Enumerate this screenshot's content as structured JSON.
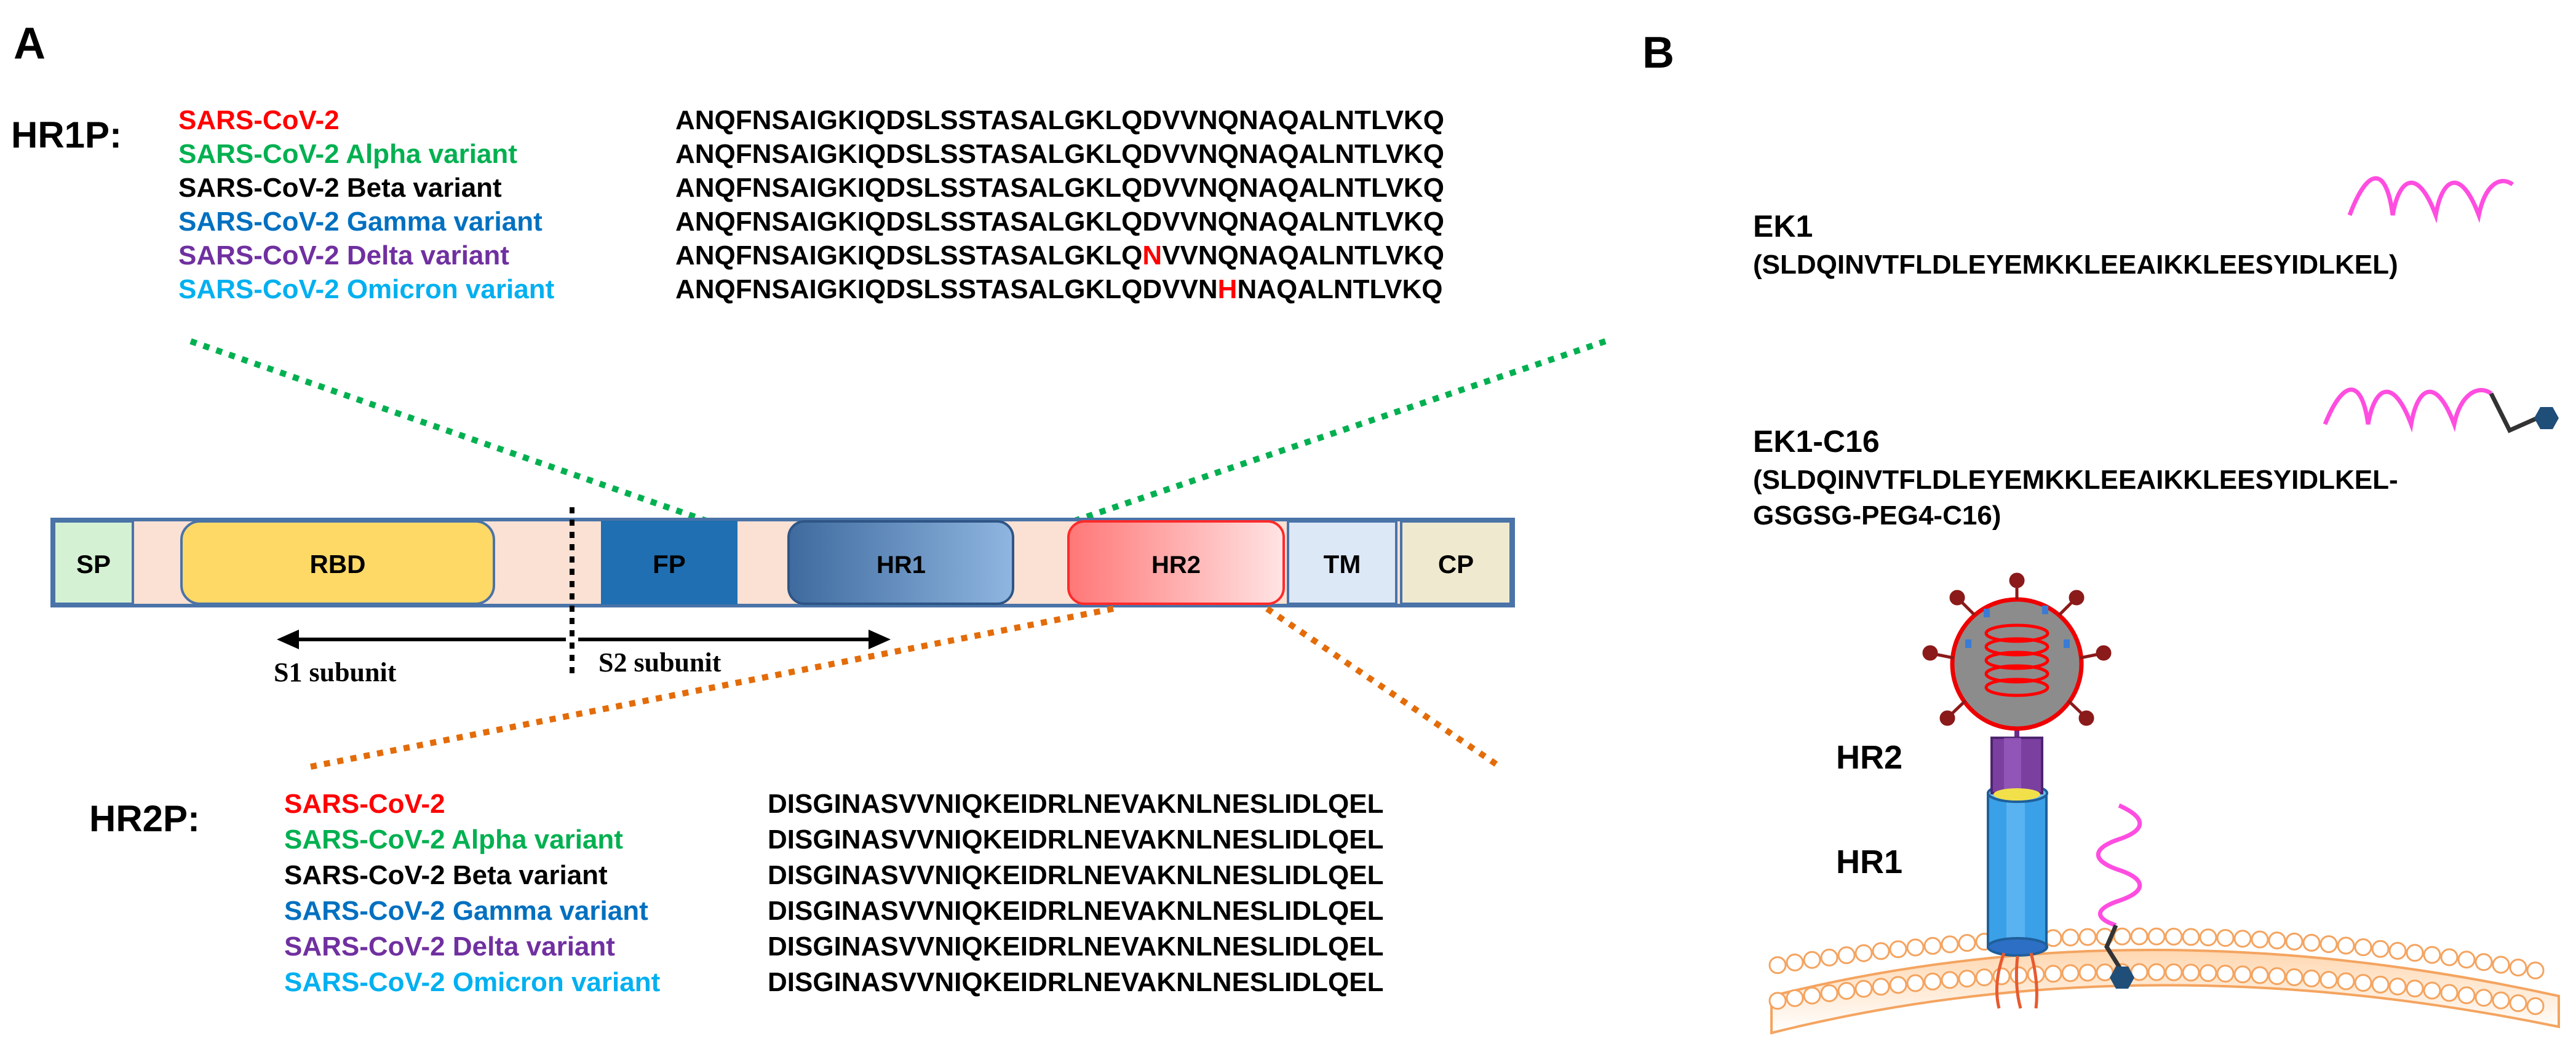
{
  "panels": {
    "a_label": "A",
    "b_label": "B"
  },
  "colors": {
    "original": "#ff0000",
    "alpha": "#00b050",
    "beta": "#000000",
    "gamma": "#0070c0",
    "delta": "#7030a0",
    "omicron": "#00b0f0",
    "mutation": "#ff0000"
  },
  "hr1p": {
    "heading": "HR1P:",
    "rows": [
      {
        "variant": "SARS-CoV-2",
        "color_key": "original",
        "seq_pre": "ANQFNSAIGKIQDSLSSTASALGKLQDVVNQNAQALNTLVKQ",
        "mut": "",
        "seq_post": ""
      },
      {
        "variant": "SARS-CoV-2 Alpha variant",
        "color_key": "alpha",
        "seq_pre": "ANQFNSAIGKIQDSLSSTASALGKLQDVVNQNAQALNTLVKQ",
        "mut": "",
        "seq_post": ""
      },
      {
        "variant": "SARS-CoV-2 Beta variant",
        "color_key": "beta",
        "seq_pre": "ANQFNSAIGKIQDSLSSTASALGKLQDVVNQNAQALNTLVKQ",
        "mut": "",
        "seq_post": ""
      },
      {
        "variant": "SARS-CoV-2 Gamma variant",
        "color_key": "gamma",
        "seq_pre": "ANQFNSAIGKIQDSLSSTASALGKLQDVVNQNAQALNTLVKQ",
        "mut": "",
        "seq_post": ""
      },
      {
        "variant": "SARS-CoV-2 Delta variant",
        "color_key": "delta",
        "seq_pre": "ANQFNSAIGKIQDSLSSTASALGKLQ",
        "mut": "N",
        "seq_post": "VVNQNAQALNTLVKQ"
      },
      {
        "variant": "SARS-CoV-2 Omicron variant",
        "color_key": "omicron",
        "seq_pre": "ANQFNSAIGKIQDSLSSTASALGKLQDVVN",
        "mut": "H",
        "seq_post": "NAQALNTLVKQ"
      }
    ]
  },
  "hr2p": {
    "heading": "HR2P:",
    "rows": [
      {
        "variant": "SARS-CoV-2",
        "color_key": "original",
        "seq": "DISGINASVVNIQKEIDRLNEVAKNLNESLIDLQEL"
      },
      {
        "variant": "SARS-CoV-2 Alpha variant",
        "color_key": "alpha",
        "seq": "DISGINASVVNIQKEIDRLNEVAKNLNESLIDLQEL"
      },
      {
        "variant": "SARS-CoV-2 Beta variant",
        "color_key": "beta",
        "seq": "DISGINASVVNIQKEIDRLNEVAKNLNESLIDLQEL"
      },
      {
        "variant": "SARS-CoV-2 Gamma variant",
        "color_key": "gamma",
        "seq": "DISGINASVVNIQKEIDRLNEVAKNLNESLIDLQEL"
      },
      {
        "variant": "SARS-CoV-2 Delta variant",
        "color_key": "delta",
        "seq": "DISGINASVVNIQKEIDRLNEVAKNLNESLIDLQEL"
      },
      {
        "variant": "SARS-CoV-2 Omicron variant",
        "color_key": "omicron",
        "seq": "DISGINASVVNIQKEIDRLNEVAKNLNESLIDLQEL"
      }
    ]
  },
  "spike": {
    "domains": {
      "sp": "SP",
      "rbd": "RBD",
      "fp": "FP",
      "hr1": "HR1",
      "hr2": "HR2",
      "tm": "TM",
      "cp": "CP"
    },
    "s1_label": "S1 subunit",
    "s2_label": "S2 subunit"
  },
  "peptides": {
    "ek1_name": "EK1",
    "ek1_seq": "(SLDQINVTFLDLEYEMKKLEEAIKKLEESYIDLKEL)",
    "ek1c16_name": "EK1-C16",
    "ek1c16_seq_line1": "(SLDQINVTFLDLEYEMKKLEEAIKKLEESYIDLKEL-",
    "ek1c16_seq_line2": "GSGSG-PEG4-C16)"
  },
  "mechanism": {
    "hr2_label": "HR2",
    "hr1_label": "HR1"
  }
}
